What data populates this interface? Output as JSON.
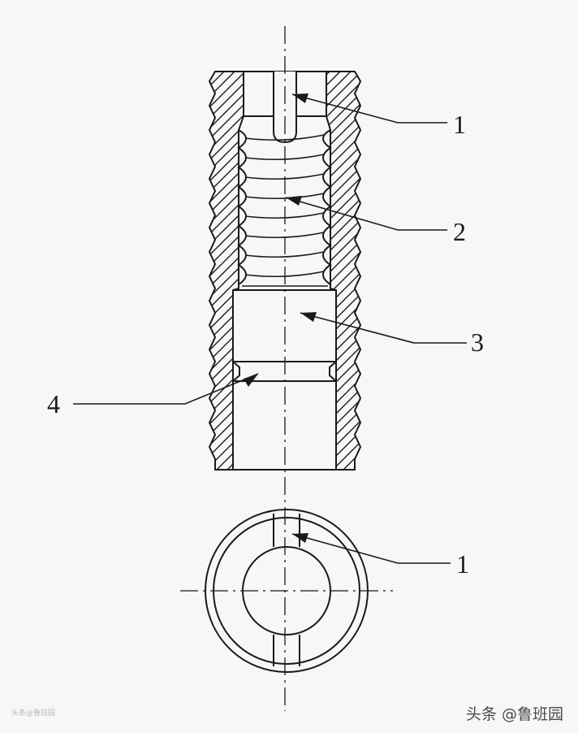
{
  "diagram": {
    "callouts": [
      {
        "id": "1",
        "label": "1"
      },
      {
        "id": "2",
        "label": "2"
      },
      {
        "id": "3",
        "label": "3"
      },
      {
        "id": "4",
        "label": "4"
      },
      {
        "id": "1b",
        "label": "1"
      }
    ]
  },
  "watermark": {
    "left": "头条@鲁班园",
    "right": "头条 @鲁班园"
  },
  "colors": {
    "line": "#1a1a1a",
    "background": "#f7f7f7"
  }
}
